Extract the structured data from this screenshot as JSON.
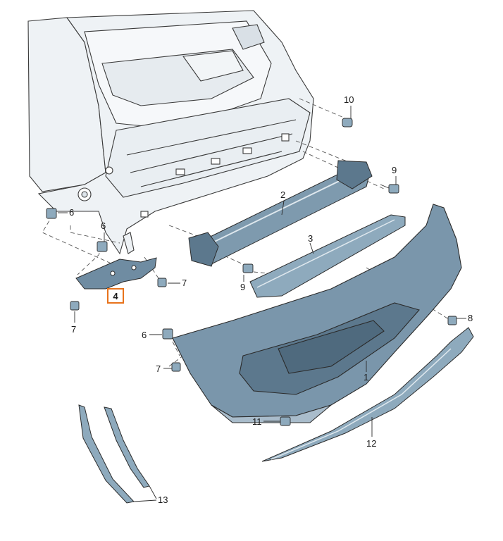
{
  "callouts": {
    "p1": "1",
    "p2": "2",
    "p3": "3",
    "p4": "4",
    "p6a": "6",
    "p6b": "6",
    "p6c": "6",
    "p7a": "7",
    "p7b": "7",
    "p7c": "7",
    "p8": "8",
    "p9a": "9",
    "p9b": "9",
    "p10": "10",
    "p11": "11",
    "p12": "12",
    "p13": "13"
  },
  "highlight": {
    "part": "4",
    "color": "#e8731c"
  },
  "colors": {
    "parts_fill": "#7e9aae",
    "parts_dark": "#5c788d",
    "body_fill": "#eef2f5",
    "line": "#2b2b2b"
  }
}
